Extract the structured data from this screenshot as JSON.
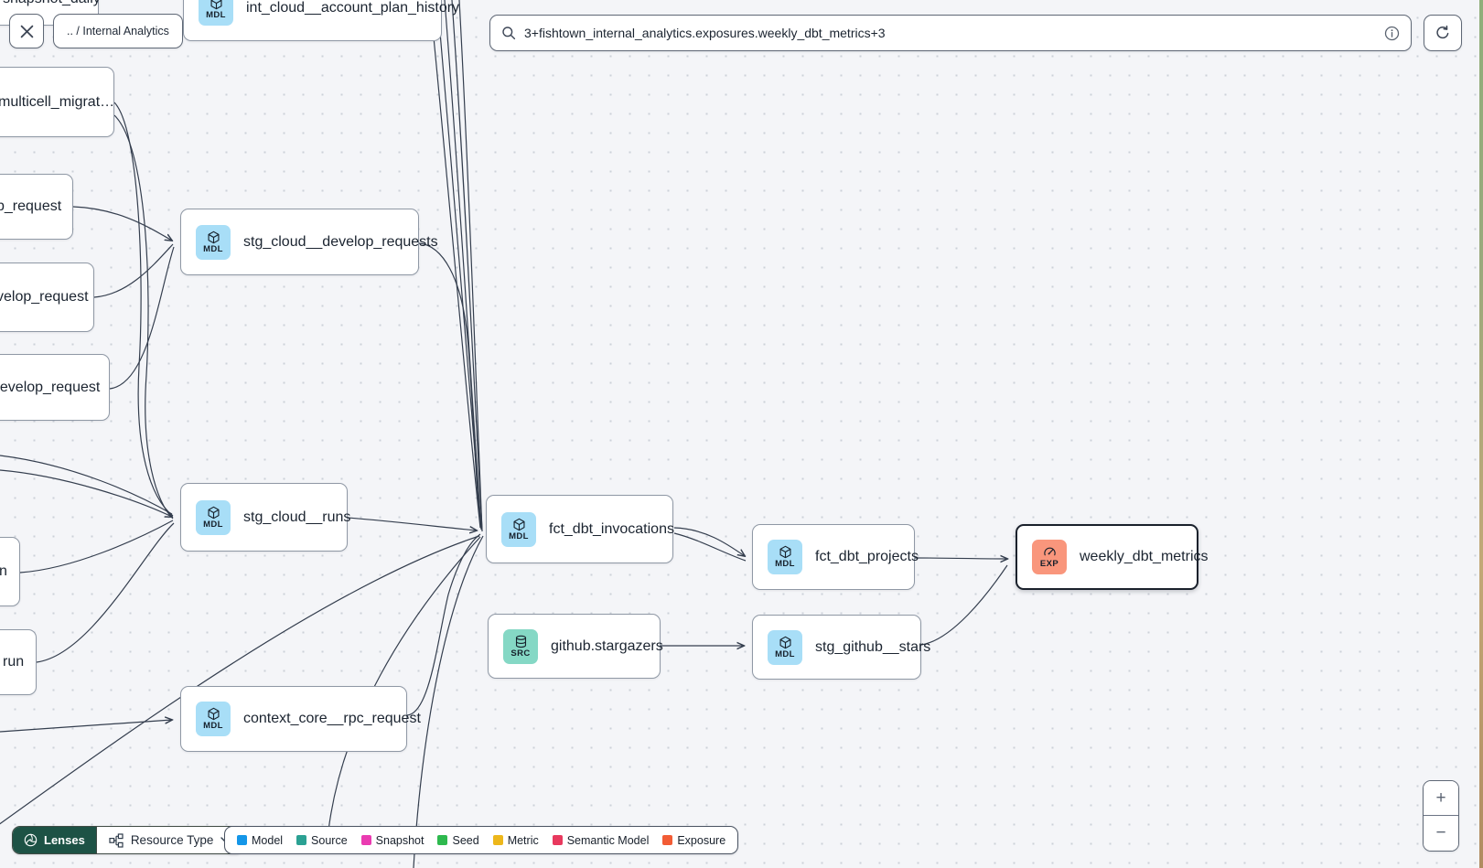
{
  "toolbar": {
    "breadcrumb": ".. / Internal Analytics",
    "search_value": "3+fishtown_internal_analytics.exposures.weekly_dbt_metrics+3"
  },
  "graph": {
    "nodes": [
      {
        "label": "snapshot_daily"
      },
      {
        "label": "int_cloud__account_plan_history",
        "badge": "MDL",
        "type": "model"
      },
      {
        "label": "multicell_migrat…"
      },
      {
        "label": "p_request"
      },
      {
        "label": "velop_request"
      },
      {
        "label": "develop_request"
      },
      {
        "label": "stg_cloud__develop_requests",
        "badge": "MDL",
        "type": "model"
      },
      {
        "label": "stg_cloud__runs",
        "badge": "MDL",
        "type": "model"
      },
      {
        "label": "n"
      },
      {
        "label": "run"
      },
      {
        "label": "context_core__rpc_request",
        "badge": "MDL",
        "type": "model"
      },
      {
        "label": "fct_dbt_invocations",
        "badge": "MDL",
        "type": "model"
      },
      {
        "label": "github.stargazers",
        "badge": "SRC",
        "type": "source"
      },
      {
        "label": "fct_dbt_projects",
        "badge": "MDL",
        "type": "model"
      },
      {
        "label": "stg_github__stars",
        "badge": "MDL",
        "type": "model"
      },
      {
        "label": "weekly_dbt_metrics",
        "badge": "EXP",
        "type": "exposure",
        "selected": true
      }
    ],
    "badge_colors": {
      "model": "#a8def7",
      "source": "#85d8c5",
      "exposure": "#f9967c"
    }
  },
  "footer": {
    "lenses_label": "Lenses",
    "resource_type_label": "Resource Type",
    "legend": {
      "items": [
        {
          "label": "Model",
          "color": "#1496e8"
        },
        {
          "label": "Source",
          "color": "#2ba193"
        },
        {
          "label": "Snapshot",
          "color": "#ea3bb1"
        },
        {
          "label": "Seed",
          "color": "#2eb94e"
        },
        {
          "label": "Metric",
          "color": "#edb71b"
        },
        {
          "label": "Semantic Model",
          "color": "#e8395e"
        },
        {
          "label": "Exposure",
          "color": "#f25c35"
        }
      ]
    }
  },
  "zoom_controls": {
    "zoom_in": "+",
    "zoom_out": "−"
  },
  "colors": {
    "lenses_bg": "#1d5245",
    "edge": "#343e4e",
    "selected_border": "#1a212c"
  }
}
